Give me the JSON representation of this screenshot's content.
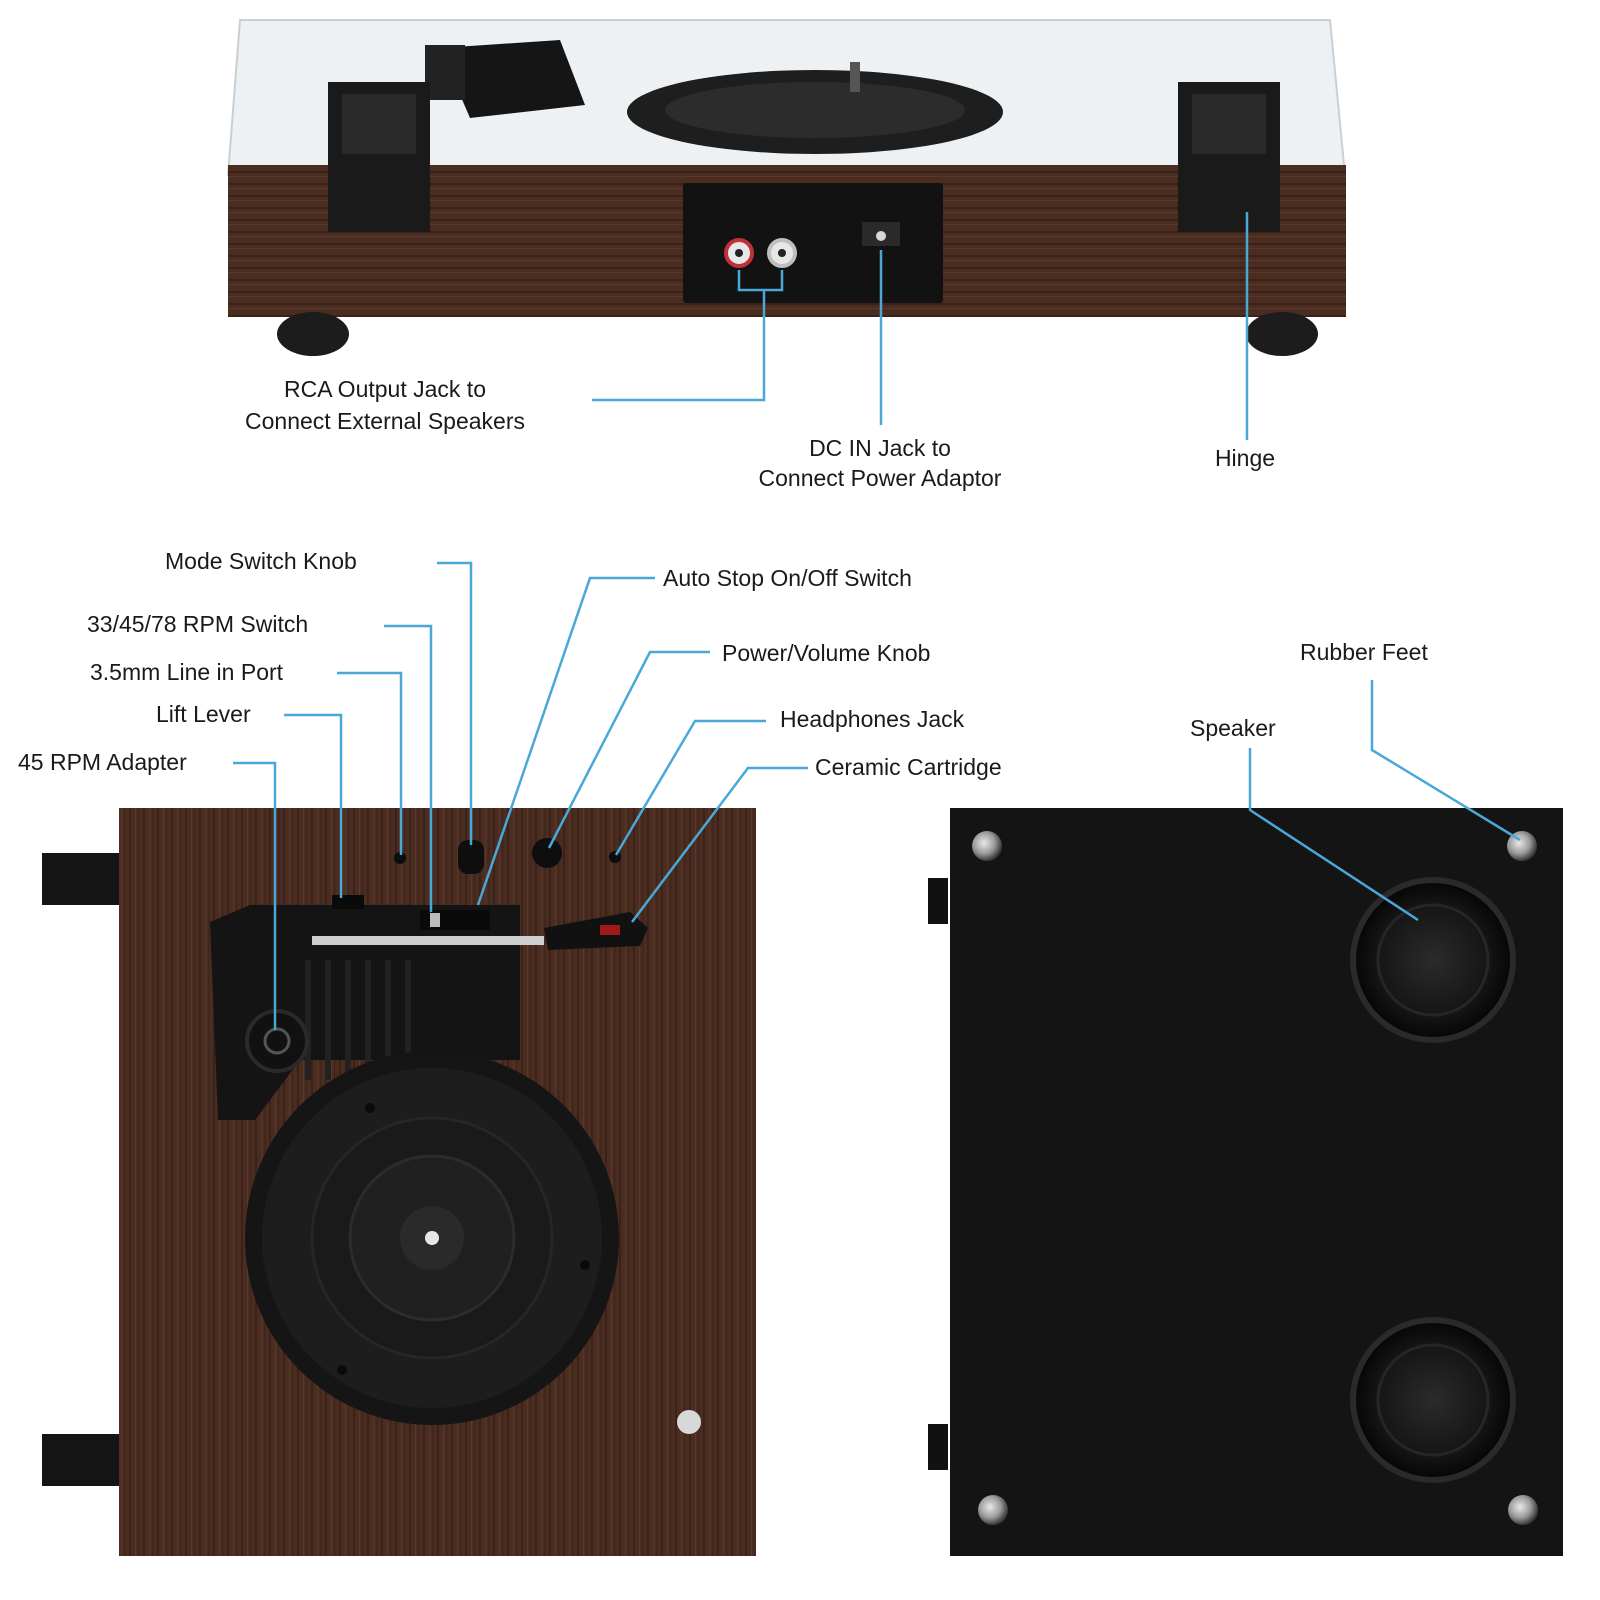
{
  "colors": {
    "background": "#ffffff",
    "wood": "#4a2c20",
    "wood_dark": "#33201a",
    "plastic": "#1c1c1c",
    "callout_line": "#4aa8d8",
    "text": "#1a1a1a"
  },
  "labels": {
    "rca_output_line1": "RCA Output Jack to",
    "rca_output_line2": "Connect External Speakers",
    "dc_in_line1": "DC IN Jack to",
    "dc_in_line2": "Connect Power Adaptor",
    "hinge": "Hinge",
    "mode_switch_knob": "Mode Switch Knob",
    "auto_stop_switch": "Auto Stop On/Off Switch",
    "rpm_switch": "33/45/78 RPM Switch",
    "power_volume_knob": "Power/Volume Knob",
    "line_in_port": "3.5mm Line in Port",
    "lift_lever": "Lift Lever",
    "headphones_jack": "Headphones Jack",
    "rpm_adapter": "45 RPM Adapter",
    "ceramic_cartridge": "Ceramic Cartridge",
    "rubber_feet": "Rubber Feet",
    "speaker": "Speaker"
  },
  "icons": {
    "rca_jacks": "rca-jack-pair-icon",
    "dc_jack": "dc-in-jack-icon",
    "hinge": "hinge-icon"
  }
}
